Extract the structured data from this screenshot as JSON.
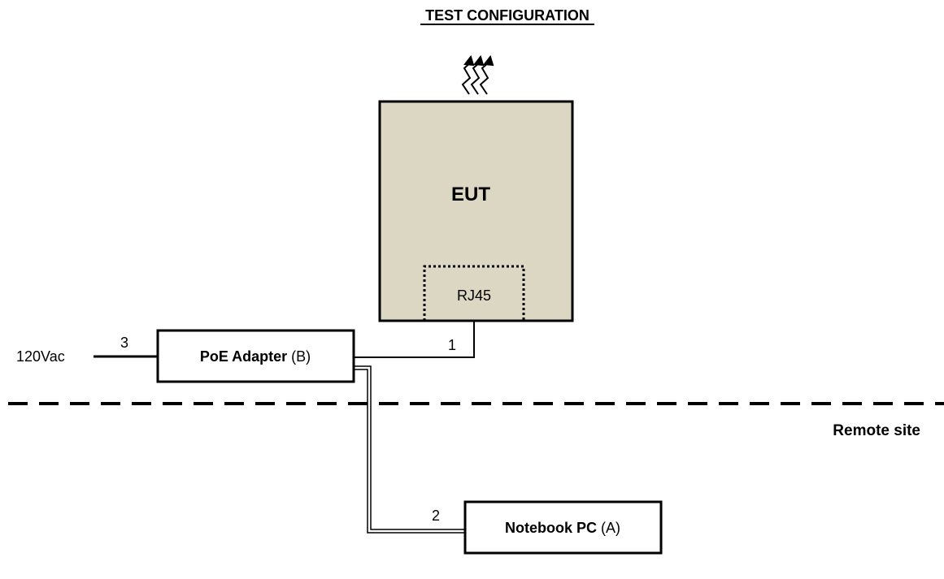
{
  "title": "TEST CONFIGURATION",
  "eut": {
    "label": "EUT",
    "port_label": "RJ45",
    "fill_color": "#dcd7c3"
  },
  "poe_adapter": {
    "name": "PoE Adapter",
    "designator": " (B)"
  },
  "notebook_pc": {
    "name": "Notebook PC",
    "designator": " (A)"
  },
  "power_source": "120Vac",
  "cables": {
    "cable_1": "1",
    "cable_2": "2",
    "cable_3": "3"
  },
  "boundary": {
    "label": "Remote site"
  },
  "icons": {
    "radiation": "wireless-emission-icon"
  }
}
